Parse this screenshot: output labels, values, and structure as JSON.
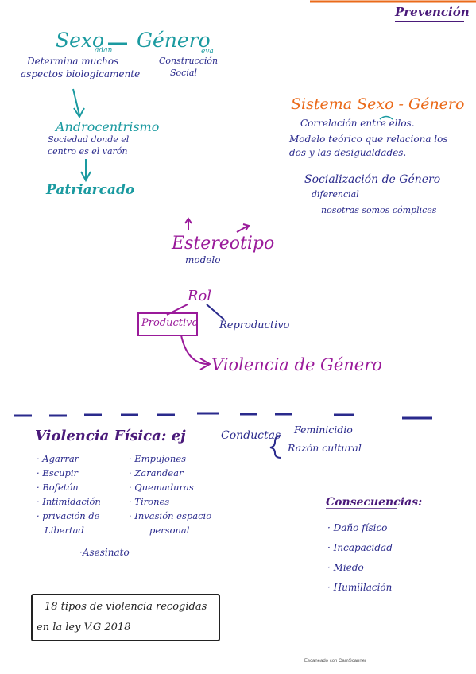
{
  "header": {
    "title": "Prevención"
  },
  "sexo_genero": {
    "sexo": "Sexo",
    "sexo_sub": "adan",
    "dash": "–",
    "genero": "Género",
    "genero_sub": "eva",
    "sexo_desc_1": "Determina muchos",
    "sexo_desc_2": "aspectos biologicamente",
    "genero_desc_1": "Construcción",
    "genero_desc_2": "Social"
  },
  "androcentrismo": {
    "title": "Androcentrismo",
    "desc_1": "Sociedad donde el",
    "desc_2": "centro es el varón"
  },
  "patriarcado": {
    "title": "Patriarcado"
  },
  "sistema": {
    "title": "Sistema Sexo - Género",
    "line_1": "Correlación entre ellos.",
    "line_2": "Modelo teórico que relaciona los",
    "line_3": "dos y las desigualdades."
  },
  "socializacion": {
    "title": "Socialización de Género",
    "line_1": "diferencial",
    "line_2": "nosotras somos cómplices"
  },
  "estereotipo": {
    "title": "Estereotipo",
    "sub": "modelo"
  },
  "rol": {
    "title": "Rol",
    "productivo": "Productivo",
    "reproductivo": "Reproductivo"
  },
  "violencia_genero": {
    "title": "Violencia de Género"
  },
  "violencia_fisica": {
    "title": "Violencia Física: ej",
    "col1": [
      "· Agarrar",
      "· Escupir",
      "· Bofetón",
      "· Intimidación",
      "· privación de",
      "Libertad"
    ],
    "col2": [
      "· Empujones",
      "· Zarandear",
      "· Quemaduras",
      "· Tirones",
      "· Invasión espacio",
      "personal"
    ],
    "asesinato": "·Asesinato"
  },
  "conductas": {
    "title": "Conductas",
    "items": [
      "Feminicidio",
      "Razón cultural"
    ]
  },
  "consecuencias": {
    "title": "Consecuencias:",
    "items": [
      "· Daño físico",
      "· Incapacidad",
      "· Miedo",
      "· Humillación"
    ]
  },
  "box": {
    "line_1": "18 tipos de violencia recogidas",
    "line_2": "en la ley V.G 2018"
  },
  "footer": {
    "scan_text": "Escaneado con CamScanner"
  }
}
